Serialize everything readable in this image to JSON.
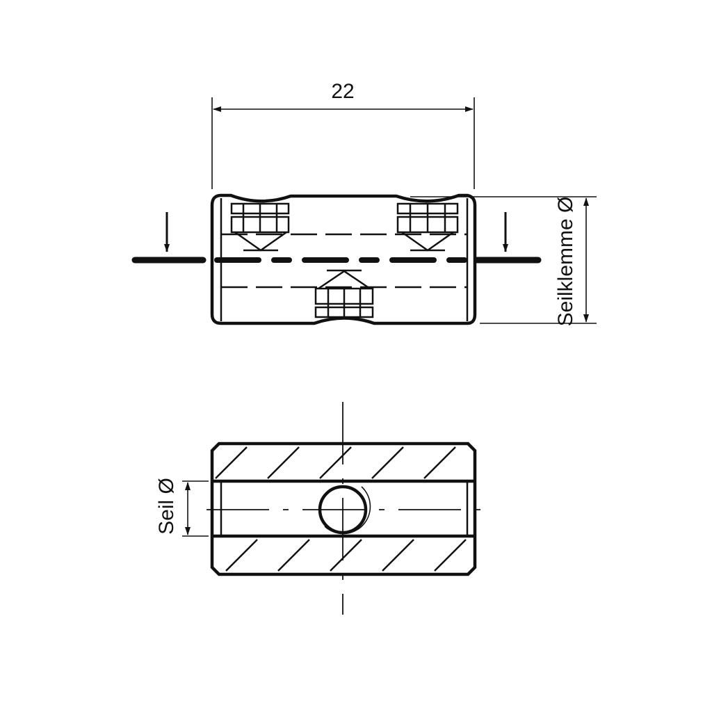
{
  "drawing": {
    "top_view": {
      "width_dimension": "22",
      "height_dimension_label": "Seilklemme Ø"
    },
    "section_view": {
      "bore_dimension_label": "Seil Ø"
    }
  }
}
